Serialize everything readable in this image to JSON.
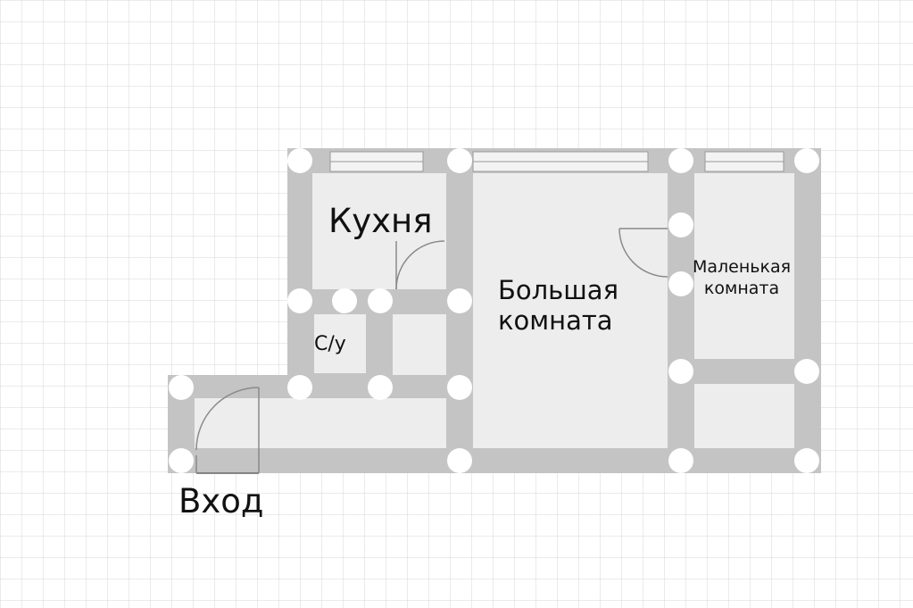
{
  "labels": {
    "kitchen": "Кухня",
    "big_room_line1": "Большая",
    "big_room_line2": "комната",
    "small_room_line1": "Маленькая",
    "small_room_line2": "комната",
    "wc": "С/у",
    "entrance": "Вход"
  },
  "colors": {
    "background": "#ffffff",
    "grid": "#d7d7d7",
    "wall": "#c4c4c4",
    "room_fill": "#ededed",
    "column": "#ffffff",
    "door_line": "#8a8a8a",
    "text": "#111111"
  }
}
